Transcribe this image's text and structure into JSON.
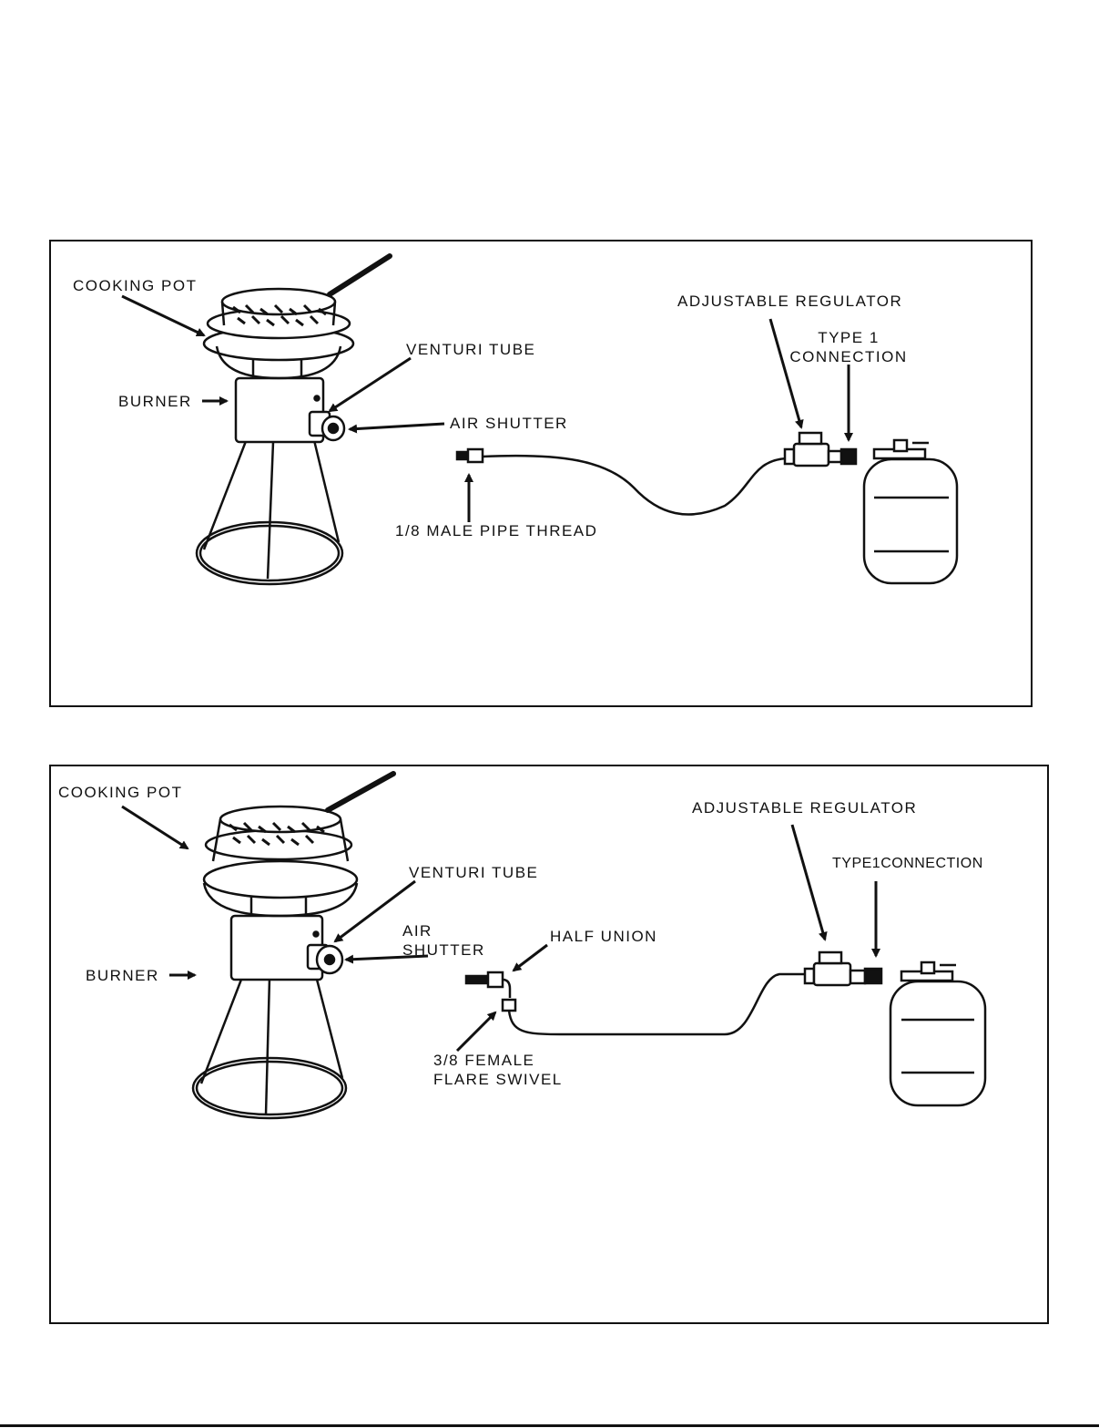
{
  "diagram1": {
    "labels": {
      "cooking_pot": "COOKING POT",
      "burner": "BURNER",
      "venturi_tube": "VENTURI TUBE",
      "air_shutter": "AIR SHUTTER",
      "male_pipe_thread": "1/8 MALE PIPE THREAD",
      "adjustable_regulator": "ADJUSTABLE REGULATOR",
      "type1_connection": "TYPE 1\nCONNECTION"
    }
  },
  "diagram2": {
    "labels": {
      "cooking_pot": "COOKING POT",
      "burner": "BURNER",
      "venturi_tube": "VENTURI TUBE",
      "air_shutter": "AIR\nSHUTTER",
      "half_union": "HALF UNION",
      "female_flare_swivel": "3/8 FEMALE\nFLARE SWIVEL",
      "adjustable_regulator": "ADJUSTABLE REGULATOR",
      "type1_connection": "TYPE1CONNECTION"
    }
  }
}
